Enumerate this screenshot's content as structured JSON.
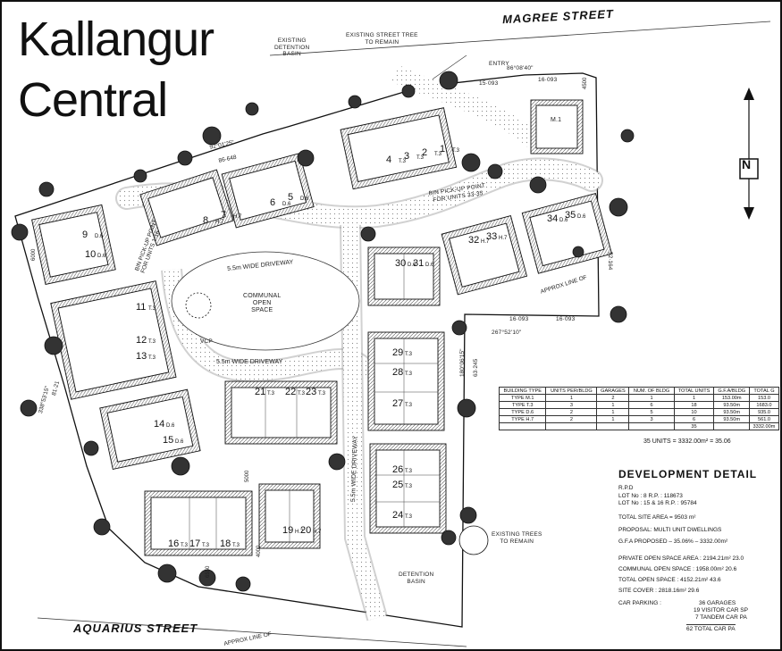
{
  "title": {
    "line1": "Kallangur",
    "line2": "Central"
  },
  "streets": {
    "magree": "MAGREE STREET",
    "aquarius": "AQUARIUS STREET"
  },
  "notes": {
    "detention_basin_top": "EXISTING\nDETENTION\nBASIN",
    "street_tree": "EXISTING STREET TREE\nTO REMAIN",
    "entry": "ENTRY",
    "bearing_entry": "86°08'40\"",
    "dim_entry_left": "15·093",
    "dim_entry_right": "16·093",
    "bearing_top": "92°01'25\"",
    "dim_top": "86·648",
    "bin_pickup_upper": "BIN PICK-UP POINT\nFOR UNITS 33-35",
    "bin_pickup_left": "BIN PICK-UP POINT\nFOR UNITS 1-16",
    "driveway_upper": "5.5m WIDE DRIVEWAY",
    "driveway_lower": "5.5m WIDE DRIVEWAY",
    "driveway_vertical": "5.5m WIDE DRIVEWAY",
    "communal_open_space": "COMMUNAL\nOPEN\nSPACE",
    "approx_line": "APPROX LINE OF",
    "bearing_mid": "267°52'10\"",
    "dim_mid_left": "16·093",
    "dim_mid_right": "16·093",
    "dim_right": "63·245",
    "dim_far_right": "52·164",
    "bearing_right": "180°06'15\"",
    "dim_left": "338°53'15\"",
    "dim_left2": "81·21",
    "existing_trees": "EXISTING TREES\nTO REMAIN",
    "detention_basin_bottom": "DETENTION\nBASIN",
    "approx_line_bottom": "APPROX LINE OF",
    "vcp": "VCP",
    "dim_6000": "6000",
    "dim_5000": "5000",
    "dim_6550": "6550",
    "dim_4500": "4500",
    "dim_4000": "4000"
  },
  "units": {
    "m1": "M.1",
    "top_row": [
      {
        "num": "8",
        "type": "H.7"
      },
      {
        "num": "7",
        "type": "H.7"
      },
      {
        "num": "6",
        "type": "D.6"
      },
      {
        "num": "5",
        "type": "D.6"
      },
      {
        "num": "4",
        "type": "T.3"
      },
      {
        "num": "3",
        "type": "T.3"
      },
      {
        "num": "2",
        "type": "T.3"
      },
      {
        "num": "1",
        "type": "T.3"
      }
    ],
    "left_col": [
      {
        "num": "9",
        "type": "D.6"
      },
      {
        "num": "10",
        "type": "D.6"
      },
      {
        "num": "11",
        "type": "T.3"
      },
      {
        "num": "12",
        "type": "T.3"
      },
      {
        "num": "13",
        "type": "T.3"
      },
      {
        "num": "14",
        "type": "D.6"
      },
      {
        "num": "15",
        "type": "D.6"
      }
    ],
    "bottom_left": [
      {
        "num": "16",
        "type": "T.3"
      },
      {
        "num": "17",
        "type": "T.3"
      },
      {
        "num": "18",
        "type": "T.3"
      },
      {
        "num": "19",
        "type": "H.7"
      },
      {
        "num": "20",
        "type": "H.7"
      }
    ],
    "centre": [
      {
        "num": "21",
        "type": "T.3"
      },
      {
        "num": "22",
        "type": "T.3"
      },
      {
        "num": "23",
        "type": "T.3"
      }
    ],
    "right_col": [
      {
        "num": "24",
        "type": "T.3"
      },
      {
        "num": "25",
        "type": "T.3"
      },
      {
        "num": "26",
        "type": "T.3"
      },
      {
        "num": "27",
        "type": "T.3"
      },
      {
        "num": "28",
        "type": "T.3"
      },
      {
        "num": "29",
        "type": "T.3"
      }
    ],
    "mid": [
      {
        "num": "30",
        "type": "D.6"
      },
      {
        "num": "31",
        "type": "D.6"
      },
      {
        "num": "32",
        "type": "H.7"
      },
      {
        "num": "33",
        "type": "H.7"
      },
      {
        "num": "34",
        "type": "D.6"
      },
      {
        "num": "35",
        "type": "D.6"
      }
    ]
  },
  "table": {
    "headers": [
      "BUILDING TYPE",
      "UNITS PER/BLDG",
      "GARAGES",
      "NUM. OF BLDG",
      "TOTAL UNITS",
      "G.F.A/BLDG",
      "TOTAL G"
    ],
    "rows": [
      [
        "TYPE    M.1",
        "1",
        "2",
        "1",
        "1",
        "153.00m",
        "153.0"
      ],
      [
        "TYPE    T.3",
        "3",
        "1",
        "6",
        "18",
        "93.50m",
        "1683.0"
      ],
      [
        "TYPE    D.6",
        "2",
        "1",
        "5",
        "10",
        "93.50m",
        "935.0"
      ],
      [
        "TYPE    H.7",
        "2",
        "1",
        "3",
        "6",
        "93.50m",
        "561.0"
      ],
      [
        "",
        "",
        "",
        "",
        "35",
        "",
        "3332.00m"
      ]
    ],
    "summary": "35 UNITS  =  3332.00m²  =  35.06"
  },
  "development": {
    "title": "DEVELOPMENT DETAIL",
    "rpd": "R.P.D",
    "lot1": "LOT No :    8          R.P. :  118673",
    "lot2": "LOT No :   15 & 16   R.P. :  95784",
    "site_area": "TOTAL SITE AREA  =   9503 m²",
    "proposal": "PROPOSAL:  MULTI UNIT DWELLINGS",
    "gfa": "G.F.A      PROPOSED  –  35.06%  –  3332.00m²",
    "private": "PRIVATE OPEN SPACE AREA :  2194.21m²     23.0",
    "communal": "COMMUNAL OPEN SPACE :      1958.00m²     20.6",
    "total": "TOTAL OPEN SPACE :            4152.21m²     43.6",
    "cover": "SITE COVER :                    2818.16m²     29.6",
    "parking_label": "CAR PARKING :",
    "parking1": "36 GARAGES",
    "parking2": "19 VISITOR CAR SP",
    "parking3": "7 TANDEM CAR PA",
    "parking4": "62 TOTAL CAR PA"
  },
  "north": "N"
}
